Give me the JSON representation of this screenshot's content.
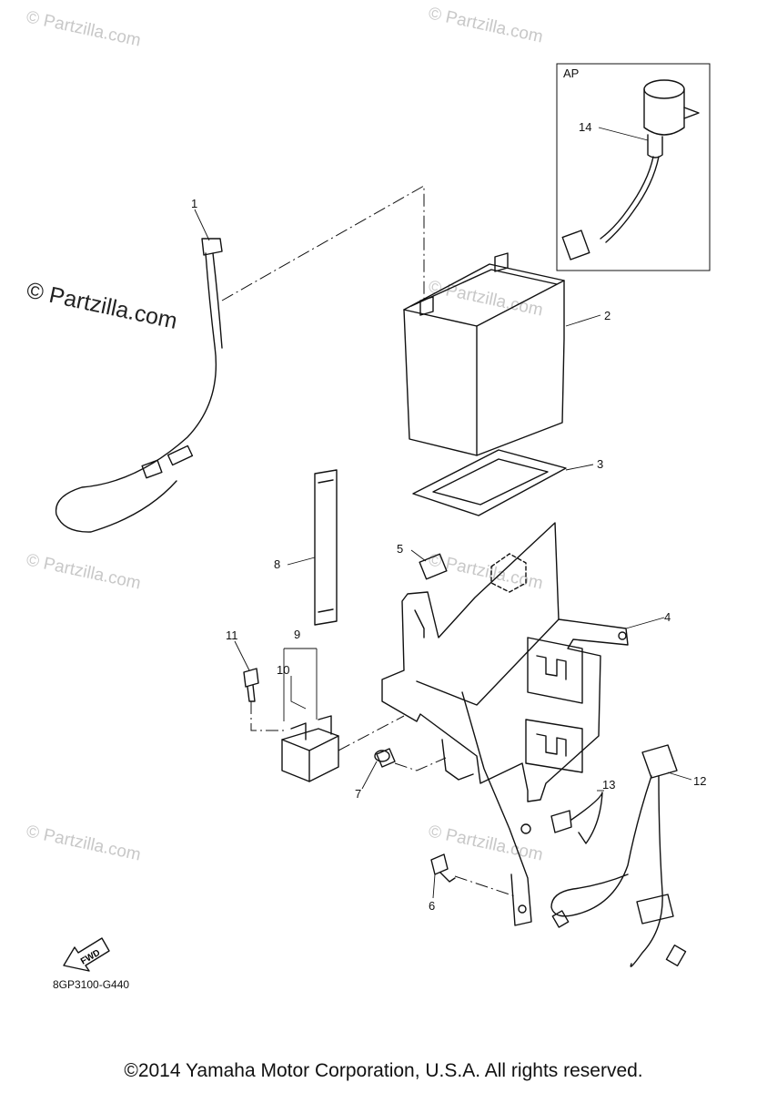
{
  "watermarks": {
    "small": "© Partzilla.com",
    "large": "© Partzilla.com"
  },
  "inset": {
    "label": "AP"
  },
  "callouts": [
    "1",
    "2",
    "3",
    "4",
    "5",
    "6",
    "7",
    "8",
    "9",
    "10",
    "11",
    "12",
    "13",
    "14"
  ],
  "fwd_label": "FWD",
  "diagram_code": "8GP3100-G440",
  "copyright": "©2014 Yamaha Motor Corporation, U.S.A. All rights reserved."
}
